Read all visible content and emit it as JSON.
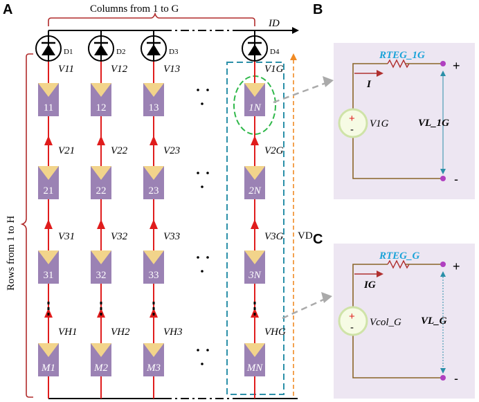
{
  "panels": {
    "a": "A",
    "b": "B",
    "c": "C"
  },
  "array": {
    "columns_label": "Columns from 1 to G",
    "rows_label": "Rows from 1 to H",
    "current_label": "ID",
    "voltage_label": "VD",
    "diodes": [
      "D1",
      "D2",
      "D3",
      "D4"
    ],
    "cells": [
      [
        "11",
        "12",
        "13",
        "1N"
      ],
      [
        "21",
        "22",
        "23",
        "2N"
      ],
      [
        "31",
        "32",
        "33",
        "3N"
      ],
      [
        "M1",
        "M2",
        "M3",
        "MN"
      ]
    ],
    "voltages": [
      [
        "V11",
        "V12",
        "V13",
        "V1G"
      ],
      [
        "V21",
        "V22",
        "V23",
        "V2G"
      ],
      [
        "V31",
        "V32",
        "V33",
        "V3G"
      ],
      [
        "VH1",
        "VH2",
        "VH3",
        "VHG"
      ]
    ]
  },
  "circuit_b": {
    "resistor": "RTEG_1G",
    "current": "I",
    "source": "V1G",
    "load_voltage": "VL_1G",
    "plus": "+",
    "minus": "-"
  },
  "circuit_c": {
    "resistor": "RTEG_G",
    "current": "IG",
    "source": "Vcol_G",
    "load_voltage": "VL_G",
    "plus": "+",
    "minus": "-"
  },
  "colors": {
    "cell_body": "#9b82b4",
    "cell_triangle": "#f2d48b",
    "wire_red": "#e01c1c",
    "bracket": "#b02a2a",
    "column_box": "#2a8fa8",
    "vd_arrow": "#f08a24",
    "ellipse": "#2fb84a",
    "circuit_bg": "#ede6f2",
    "circuit_wire": "#8a6428",
    "resistor_label": "#1aa3d8"
  }
}
